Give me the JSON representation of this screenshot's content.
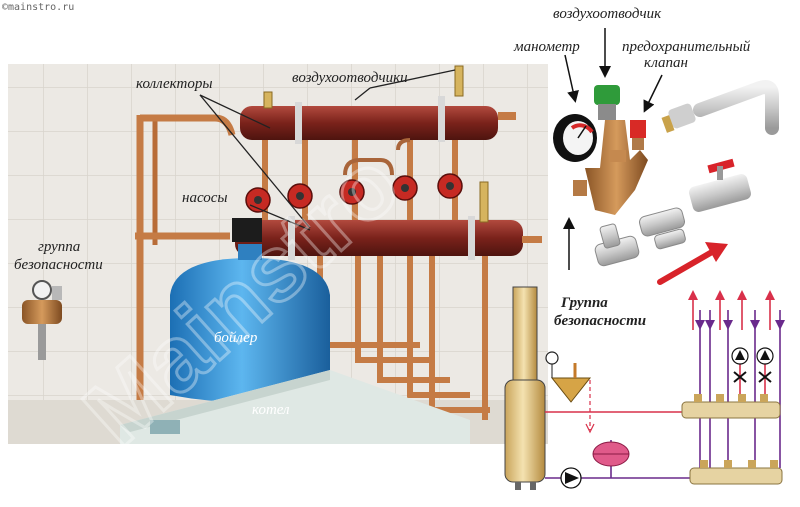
{
  "watermark": {
    "site": "©mainstro.ru",
    "diagonal": "Mainstro"
  },
  "photo_labels": {
    "collectors": "коллекторы",
    "air_vents": "воздухоотводчики",
    "pumps": "насосы",
    "safety_group_line1": "группа",
    "safety_group_line2": "безопасности",
    "boiler_tank": "бойлер",
    "boiler": "котел"
  },
  "parts_labels": {
    "air_vent": "воздухоотводчик",
    "manometer": "манометр",
    "relief_valve_line1": "предохранительный",
    "relief_valve_line2": "клапан"
  },
  "schematic_labels": {
    "safety_group_line1": "Группа",
    "safety_group_line2": "безопасности"
  },
  "colors": {
    "tiles": "#ece9e4",
    "collector": "#8a2a22",
    "copper": "#c57b45",
    "tank": "#2f8fd6",
    "brass": "#b5763a",
    "pipe_hot": "#d9304a",
    "pipe_cold": "#6a2a8c"
  }
}
